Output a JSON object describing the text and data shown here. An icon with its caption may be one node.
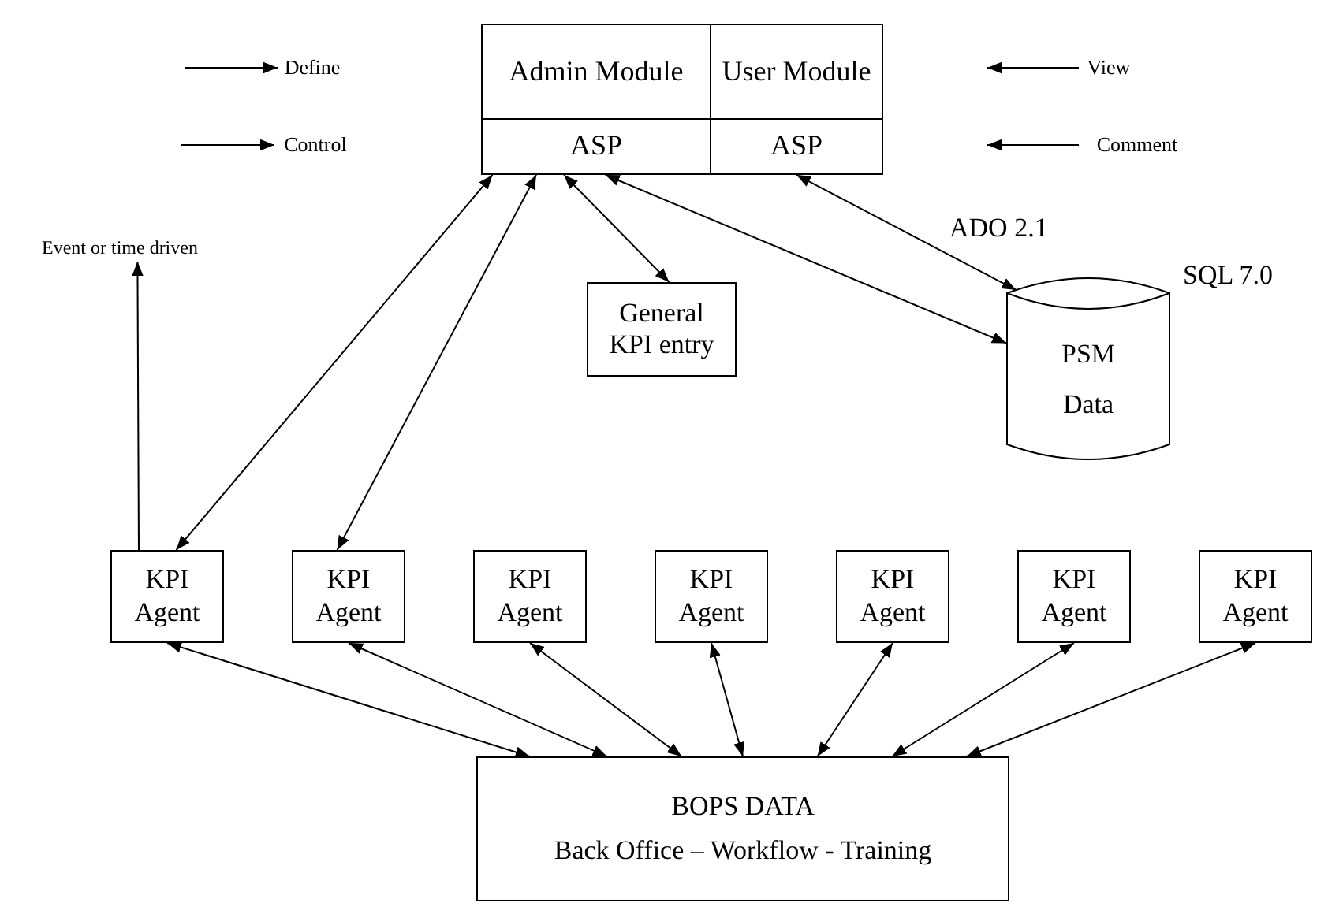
{
  "diagram": {
    "nodes": [
      {
        "text": [
          "Admin Module"
        ]
      },
      {
        "text": [
          "User Module"
        ]
      },
      {
        "text": [
          "ASP"
        ]
      },
      {
        "text": [
          "ASP"
        ]
      },
      {
        "text": [
          "Define"
        ]
      },
      {
        "text": [
          "Control"
        ]
      },
      {
        "text": [
          "View"
        ]
      },
      {
        "text": [
          "Comment"
        ]
      },
      {
        "text": [
          "General KPI entry"
        ]
      },
      {
        "text": [
          "PSM Data"
        ],
        "beside": [
          "SQL 7.0"
        ]
      },
      {
        "text": [
          "Event or time driven"
        ]
      },
      {
        "text": [
          "KPI Agent"
        ]
      },
      {
        "text": [
          "KPI Agent"
        ]
      },
      {
        "text": [
          "KPI Agent"
        ]
      },
      {
        "text": [
          "KPI Agent"
        ]
      },
      {
        "text": [
          "KPI Agent"
        ]
      },
      {
        "text": [
          "KPI Agent"
        ]
      },
      {
        "text": [
          "KPI Agent"
        ]
      },
      {
        "text": [
          "BOPS DATA",
          "Back Office – Workflow - Training"
        ]
      }
    ],
    "edges": [
      {
        "from": null,
        "to": 4,
        "arrow": "to"
      },
      {
        "from": null,
        "to": 5,
        "arrow": "to"
      },
      {
        "from": 6,
        "to": null,
        "arrow": "to"
      },
      {
        "from": 7,
        "to": null,
        "arrow": "to"
      },
      {
        "from": 11,
        "to": 2,
        "arrow": "both"
      },
      {
        "from": 12,
        "to": 2,
        "arrow": "both"
      },
      {
        "from": 2,
        "to": 8,
        "arrow": "both"
      },
      {
        "from": 2,
        "to": 9,
        "arrow": "both"
      },
      {
        "from": 3,
        "to": 9,
        "arrow": "both",
        "label": "ADO 2.1"
      },
      {
        "from": 11,
        "to": 10,
        "arrow": "to"
      },
      {
        "from": 11,
        "to": 18,
        "arrow": "both"
      },
      {
        "from": 12,
        "to": 18,
        "arrow": "both"
      },
      {
        "from": 13,
        "to": 18,
        "arrow": "both"
      },
      {
        "from": 14,
        "to": 18,
        "arrow": "both"
      },
      {
        "from": 15,
        "to": 18,
        "arrow": "both"
      },
      {
        "from": 16,
        "to": 18,
        "arrow": "both"
      },
      {
        "from": 17,
        "to": 18,
        "arrow": "both"
      }
    ]
  }
}
